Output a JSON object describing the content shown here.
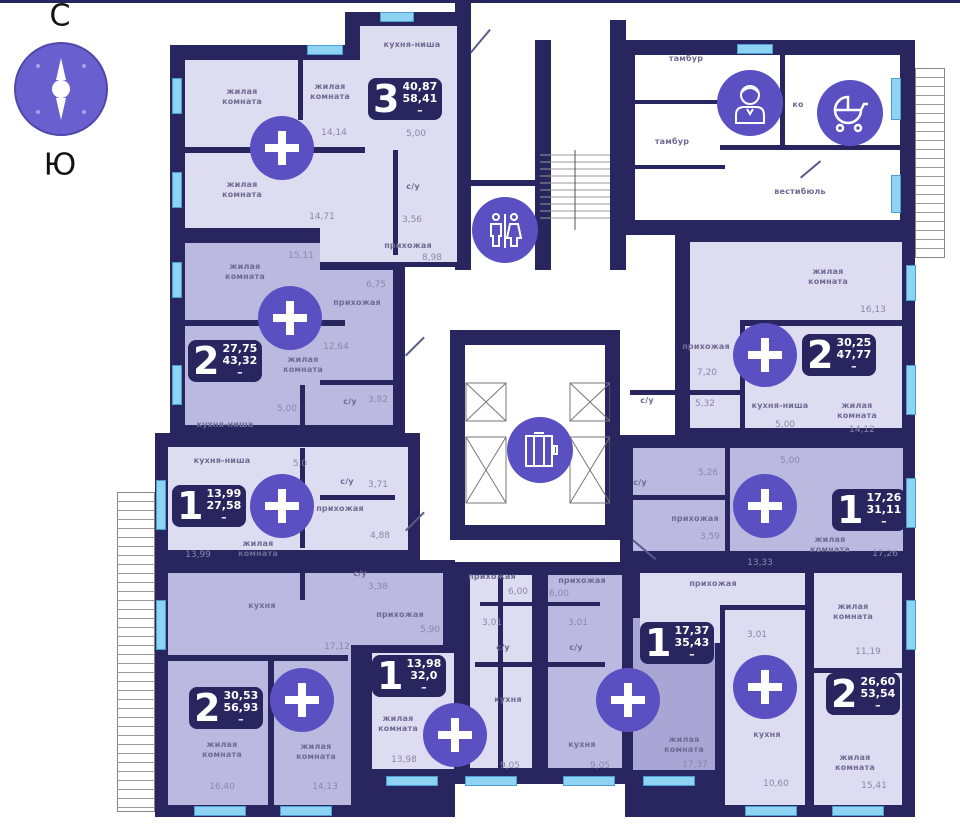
{
  "compass": {
    "north": "С",
    "south": "Ю"
  },
  "colors": {
    "wall": "#28255f",
    "accent": "#5b50c2",
    "window": "#8fd3f2",
    "room_light": "#dedcf0",
    "room_medium": "#bbb9e0",
    "room_dark": "#a9a6d6"
  },
  "icons": [
    "plus-icon",
    "receptionist-icon",
    "stroller-icon",
    "restroom-icon",
    "elevator-icon",
    "compass-icon"
  ],
  "apartments": [
    {
      "rooms": "3",
      "living": "40,87",
      "total": "58,41",
      "dash": "–",
      "names": [
        "кухня-ниша",
        "жилая\nкомната",
        "жилая\nкомната",
        "жилая\nкомната",
        "с/у",
        "прихожая"
      ],
      "areas": [
        "14,14",
        "5,00",
        "14,71",
        "3,56",
        "8,98"
      ]
    },
    {
      "rooms": "2",
      "living": "27,75",
      "total": "43,32",
      "dash": "–",
      "names": [
        "жилая\nкомната",
        "прихожая",
        "жилая\nкомната",
        "с/у",
        "кухня-ниша"
      ],
      "areas": [
        "15,11",
        "6,75",
        "12,64",
        "5,00",
        "3,82"
      ]
    },
    {
      "rooms": "1",
      "living": "13,99",
      "total": "27,58",
      "dash": "–",
      "names": [
        "кухня-ниша",
        "с/у",
        "прихожая",
        "жилая\nкомната"
      ],
      "areas": [
        "5,0",
        "3,71",
        "4,88",
        "13,99"
      ]
    },
    {
      "rooms": "2",
      "living": "30,53",
      "total": "56,93",
      "dash": "–",
      "names": [
        "с/у",
        "кухня",
        "прихожая",
        "жилая\nкомната",
        "жилая\nкомната"
      ],
      "areas": [
        "3,38",
        "5,90",
        "17,12",
        "16,40",
        "14,13"
      ]
    },
    {
      "rooms": "1",
      "living": "13,98",
      "total": "32,0",
      "dash": "–",
      "names": [
        "прихожая",
        "с/у",
        "жилая\nкомната",
        "кухня"
      ],
      "areas": [
        "6,00",
        "3,01",
        "13,98",
        "9,05"
      ]
    },
    {
      "rooms": "1",
      "living": "17,37",
      "total": "35,43",
      "dash": "–",
      "names": [
        "прихожая",
        "с/у",
        "кухня",
        "жилая\nкомната"
      ],
      "areas": [
        "6,00",
        "3,01",
        "9,05",
        "17,37"
      ]
    },
    {
      "rooms": "2",
      "living": "26,60",
      "total": "53,54",
      "dash": "–",
      "names": [
        "прихожая",
        "жилая\nкомната",
        "жилая\nкомната",
        "кухня"
      ],
      "areas": [
        "13,33",
        "3,01",
        "11,19",
        "10,60",
        "15,41"
      ]
    },
    {
      "rooms": "1",
      "living": "17,26",
      "total": "31,11",
      "dash": "–",
      "names": [
        "с/у",
        "прихожая",
        "жилая\nкомната"
      ],
      "areas": [
        "5,00",
        "5,26",
        "3,59",
        "17,26"
      ]
    },
    {
      "rooms": "2",
      "living": "30,25",
      "total": "47,77",
      "dash": "–",
      "names": [
        "жилая\nкомната",
        "прихожая",
        "с/у",
        "кухня-ниша",
        "жилая\nкомната"
      ],
      "areas": [
        "16,13",
        "7,20",
        "5,32",
        "5,00",
        "14,12"
      ]
    }
  ],
  "common": [
    "тамбур",
    "тамбур",
    "вестибюль",
    "ко"
  ]
}
